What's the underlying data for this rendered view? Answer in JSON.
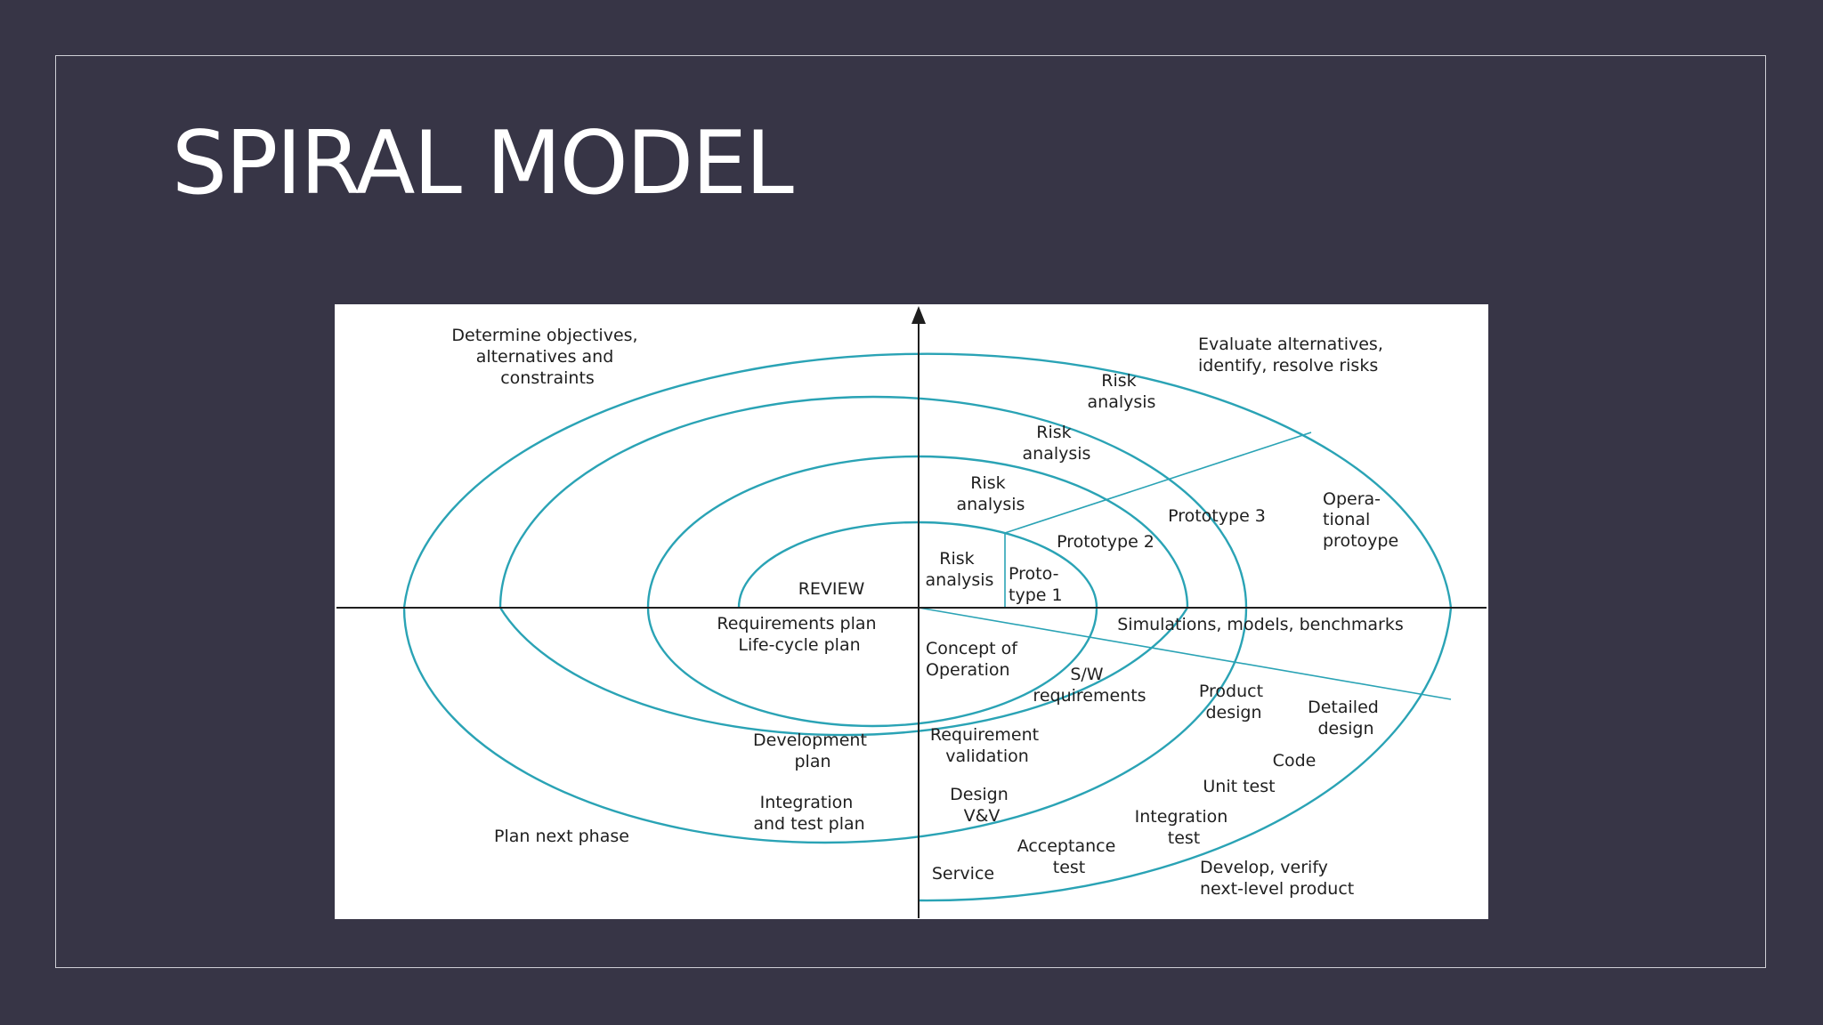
{
  "slide": {
    "title": "SPIRAL MODEL"
  },
  "colors": {
    "background": "#373546",
    "spiral": "#2aa3b5",
    "axis": "#1f1f1f",
    "text": "#1f1f1f",
    "frame": "#cfcfd6"
  },
  "diagram": {
    "quadrants": {
      "top_left": [
        "Determine objectives,",
        "alternatives and",
        "constraints"
      ],
      "top_right": [
        "Evaluate alternatives,",
        "identify, resolve risks"
      ],
      "bottom_left": [
        "Plan next phase"
      ],
      "bottom_right": [
        "Develop, verify",
        "next-level product"
      ]
    },
    "risk_analysis_4": [
      "Risk",
      "analysis"
    ],
    "risk_analysis_3": [
      "Risk",
      "analysis"
    ],
    "risk_analysis_2": [
      "Risk",
      "analysis"
    ],
    "risk_analysis_1": [
      "Risk",
      "analysis"
    ],
    "prototype_1": [
      "Proto-",
      "type 1"
    ],
    "prototype_2": "Prototype 2",
    "prototype_3": "Prototype 3",
    "operational_prototype": [
      "Opera-",
      "tional",
      "protoype"
    ],
    "review": "REVIEW",
    "requirements_plan": [
      "Requirements plan",
      "Life-cycle plan"
    ],
    "simulations": "Simulations, models, benchmarks",
    "concept_of_operation": [
      "Concept of",
      "Operation"
    ],
    "sw_requirements": [
      "S/W",
      "requirements"
    ],
    "product_design": [
      "Product",
      "design"
    ],
    "detailed_design": [
      "Detailed",
      "design"
    ],
    "code": "Code",
    "unit_test": "Unit test",
    "integration_test": [
      "Integration",
      "test"
    ],
    "acceptance_test": [
      "Acceptance",
      "test"
    ],
    "service": "Service",
    "development_plan": [
      "Development",
      "plan"
    ],
    "requirement_validation": [
      "Requirement",
      "validation"
    ],
    "integration_test_plan": [
      "Integration",
      "and test plan"
    ],
    "design_vv": [
      "Design",
      "V&V"
    ]
  }
}
